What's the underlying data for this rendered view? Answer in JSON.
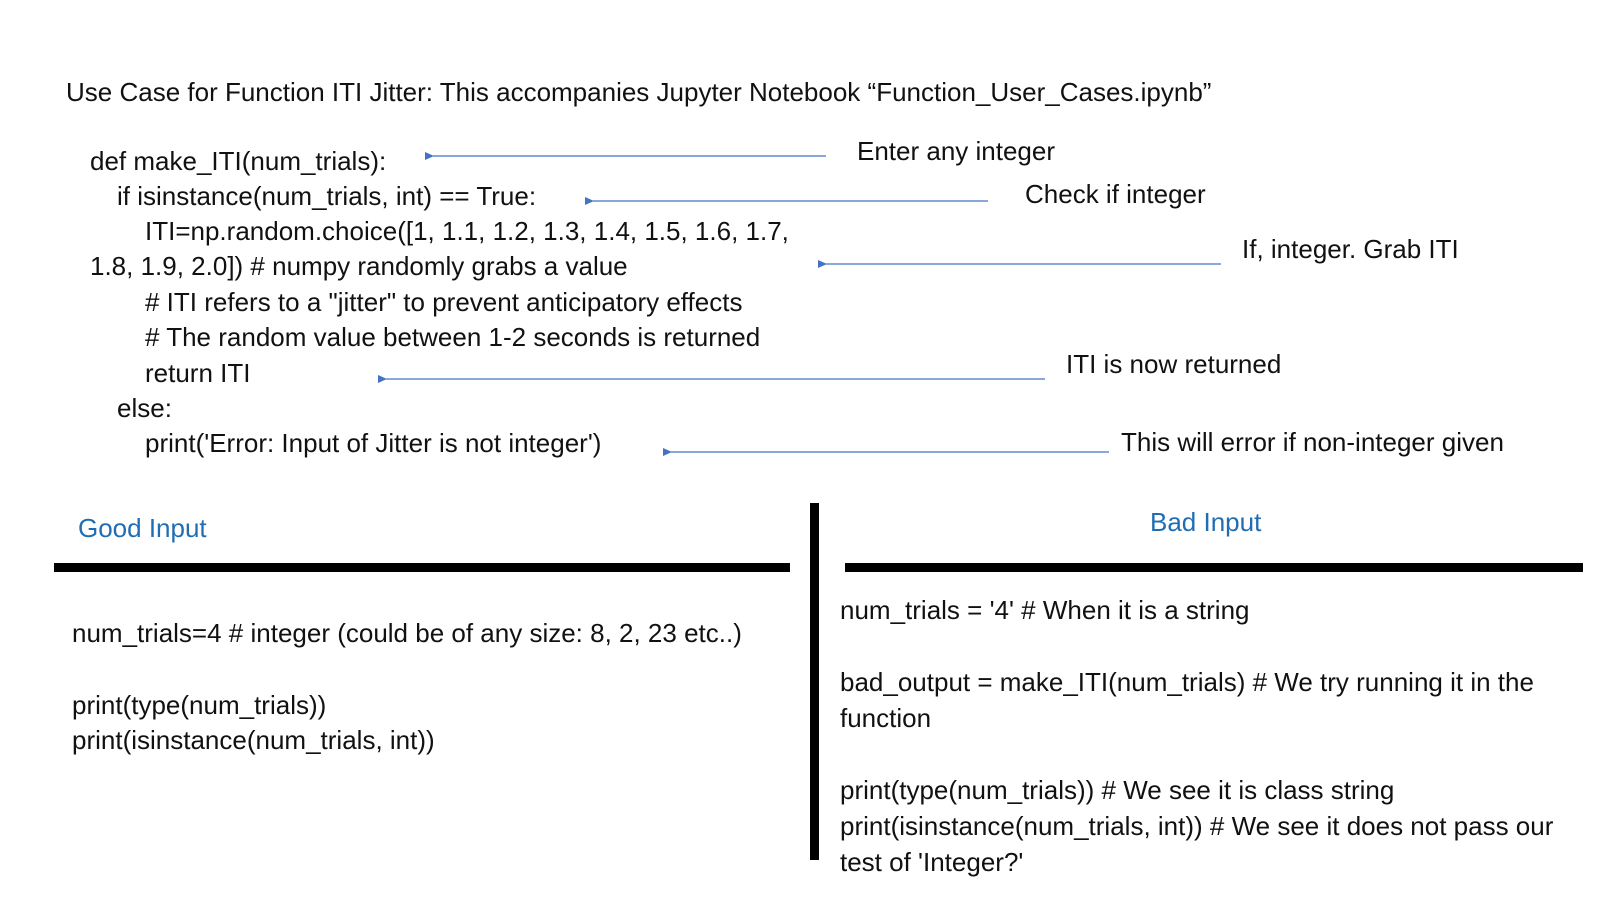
{
  "title": "Use Case for Function ITI Jitter: This accompanies Jupyter Notebook “Function_User_Cases.ipynb”",
  "code_lines": [
    "def make_ITI(num_trials):",
    "if isinstance(num_trials, int) == True:",
    "ITI=np.random.choice([1, 1.1, 1.2, 1.3, 1.4, 1.5, 1.6, 1.7,",
    "1.8, 1.9, 2.0]) # numpy randomly grabs a value",
    "# ITI refers to a \"jitter\" to prevent anticipatory effects",
    "# The random value between 1-2 seconds is returned",
    "return ITI",
    "else:",
    "print('Error: Input of Jitter is not integer')"
  ],
  "annotations": {
    "enter_integer": "Enter any integer",
    "check_integer": "Check if integer",
    "grab_iti": "If, integer. Grab ITI",
    "iti_returned": "ITI is now returned",
    "error_note": "This will error if non-integer given"
  },
  "good_input": {
    "heading": "Good Input",
    "lines": [
      "num_trials=4 # integer (could be of any size: 8, 2, 23 etc..)",
      "",
      "print(type(num_trials))",
      "print(isinstance(num_trials, int))"
    ]
  },
  "bad_input": {
    "heading": "Bad Input",
    "lines": [
      "num_trials = '4' # When it is a string",
      "",
      "bad_output = make_ITI(num_trials) # We try running it in the",
      "function",
      "",
      "print(type(num_trials)) # We see it is class string",
      "print(isinstance(num_trials, int)) # We see it does not pass our",
      "test of 'Integer?'"
    ]
  },
  "colors": {
    "arrow": "#4472c4",
    "heading": "#1f6db3",
    "rule": "#000000"
  }
}
